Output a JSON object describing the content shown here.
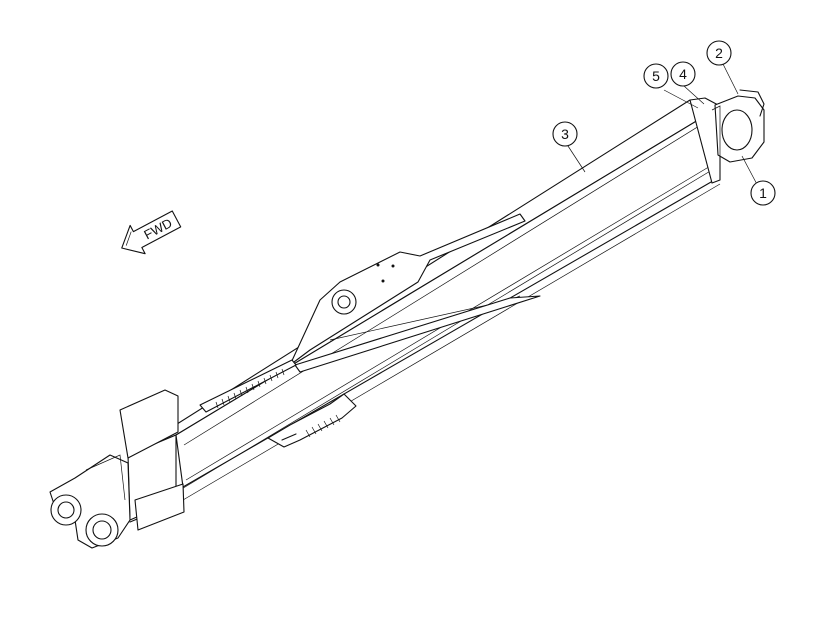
{
  "direction_arrow": {
    "label": "FWD"
  },
  "callouts": [
    {
      "id": "callout-1",
      "label": "1"
    },
    {
      "id": "callout-2",
      "label": "2"
    },
    {
      "id": "callout-3",
      "label": "3"
    },
    {
      "id": "callout-4",
      "label": "4"
    },
    {
      "id": "callout-5",
      "label": "5"
    }
  ]
}
